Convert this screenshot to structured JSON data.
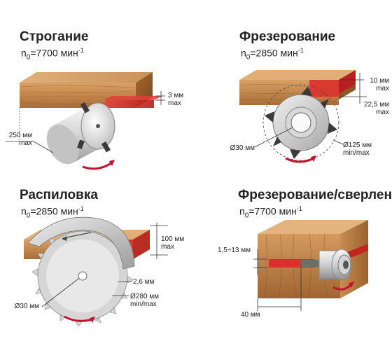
{
  "panels": [
    {
      "title": "Строгание",
      "speed": {
        "prefix": "n",
        "sub": "0",
        "value": "=7700 мин",
        "sup": "-1"
      },
      "dims": [
        {
          "line1": "3 мм",
          "line2": "max"
        },
        {
          "line1": "250 мм",
          "line2": "max"
        }
      ]
    },
    {
      "title": "Фрезерование",
      "speed": {
        "prefix": "n",
        "sub": "0",
        "value": "=2850 мин",
        "sup": "-1"
      },
      "dims": [
        {
          "line1": "10 мм",
          "line2": "max"
        },
        {
          "line1": "22,5 мм",
          "line2": "max"
        },
        {
          "line1": "Ø30 мм",
          "line2": ""
        },
        {
          "line1": "Ø125 мм",
          "line2": "min/max"
        }
      ]
    },
    {
      "title": "Распиловка",
      "speed": {
        "prefix": "n",
        "sub": "0",
        "value": "=2850 мин",
        "sup": "-1"
      },
      "dims": [
        {
          "line1": "100 мм",
          "line2": "max"
        },
        {
          "line1": "2,6 мм",
          "line2": ""
        },
        {
          "line1": "Ø280 мм",
          "line2": "min/max"
        },
        {
          "line1": "Ø30 мм",
          "line2": ""
        }
      ]
    },
    {
      "title": "Фрезерование/сверление",
      "speed": {
        "prefix": "n",
        "sub": "0",
        "value": "=7700 мин",
        "sup": "-1"
      },
      "dims": [
        {
          "line1": "1,5÷13 мм",
          "line2": ""
        },
        {
          "line1": "40 мм",
          "line2": ""
        }
      ]
    }
  ],
  "colors": {
    "wood_light": "#c98a4b",
    "wood_dark": "#8a5a2b",
    "cut_red": "#d9312b",
    "metal_light": "#e8e8e8",
    "metal_dark": "#a9a9a9",
    "rotation_arrow": "#c8102e"
  }
}
